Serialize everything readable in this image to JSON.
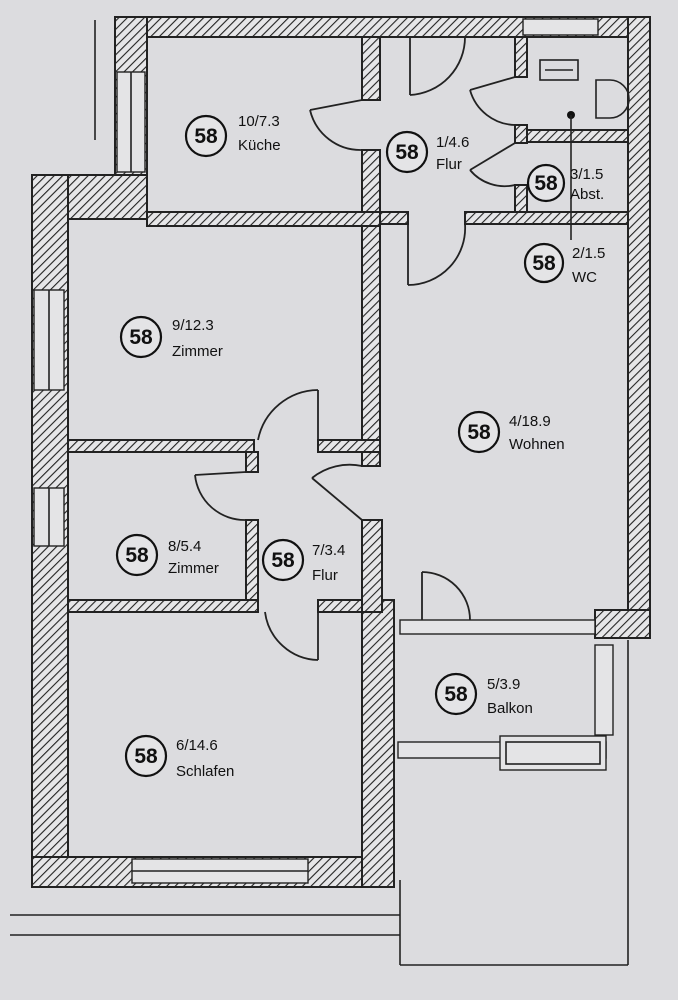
{
  "rooms": [
    {
      "id": "kueche",
      "badge": "58",
      "number": "10/7.3",
      "name": "Küche"
    },
    {
      "id": "flur1",
      "badge": "58",
      "number": "1/4.6",
      "name": "Flur"
    },
    {
      "id": "abst",
      "badge": "58",
      "number": "3/1.5",
      "name": "Abst."
    },
    {
      "id": "wc",
      "badge": "58",
      "number": "2/1.5",
      "name": "WC"
    },
    {
      "id": "zimmer9",
      "badge": "58",
      "number": "9/12.3",
      "name": "Zimmer"
    },
    {
      "id": "wohnen",
      "badge": "58",
      "number": "4/18.9",
      "name": "Wohnen"
    },
    {
      "id": "zimmer8",
      "badge": "58",
      "number": "8/5.4",
      "name": "Zimmer"
    },
    {
      "id": "flur7",
      "badge": "58",
      "number": "7/3.4",
      "name": "Flur"
    },
    {
      "id": "balkon",
      "badge": "58",
      "number": "5/3.9",
      "name": "Balkon"
    },
    {
      "id": "schlafen",
      "badge": "58",
      "number": "6/14.6",
      "name": "Schlafen"
    }
  ]
}
